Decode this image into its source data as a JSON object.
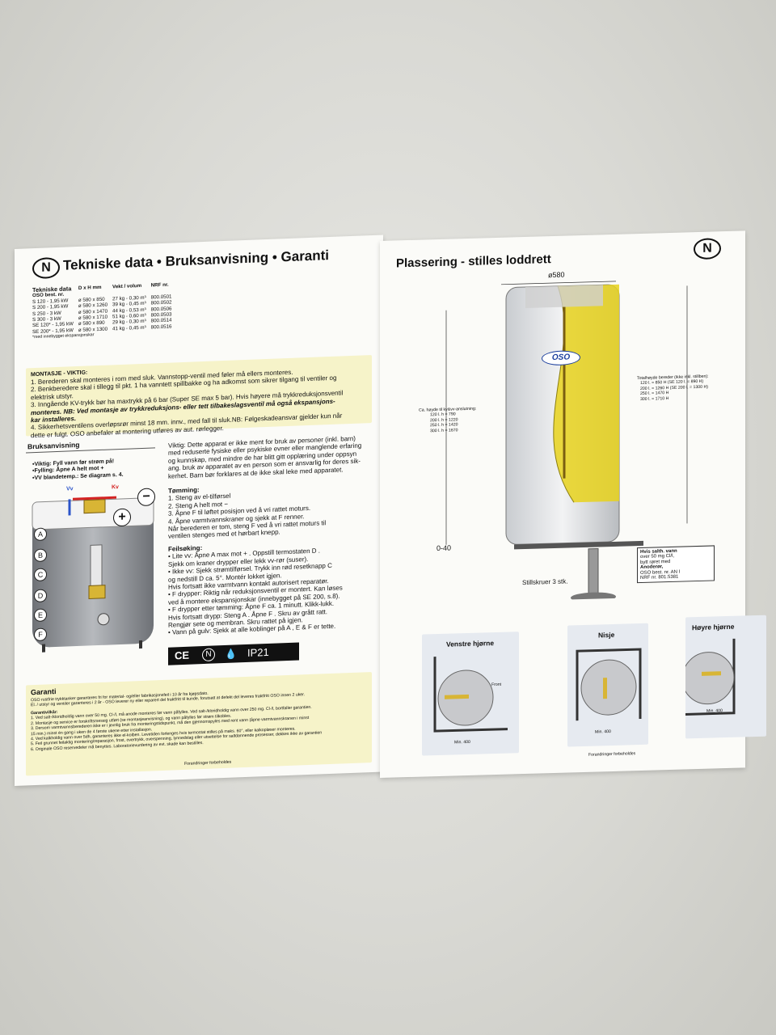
{
  "left_page": {
    "badge": "N",
    "title": "Tekniske data • Bruksanvisning • Garanti",
    "table": {
      "header": [
        "Tekniske data",
        "D x H mm",
        "Vekt / volum",
        "NRF nr."
      ],
      "subheader": "OSO best. nr.",
      "rows": [
        [
          "S 120 - 1,95 kW",
          "ø 580 x  850",
          "27 kg - 0,30 m³",
          "800.0501"
        ],
        [
          "S 200 - 1,95 kW",
          "ø 580 x 1260",
          "39 kg - 0,45 m³",
          "800.0502"
        ],
        [
          "S 250 - 3 kW",
          "ø 580 x 1470",
          "44 kg - 0,53 m³",
          "800.0506"
        ],
        [
          "S 300 - 3 kW",
          "ø 580 x 1710",
          "51 kg - 0,60 m³",
          "800.0503"
        ],
        [
          "SE 120* - 1,95 kW",
          "ø 580 x  890",
          "29 kg - 0,30 m³",
          "800.0514"
        ],
        [
          "SE 200* - 1,95 kW",
          "ø 580 x 1300",
          "41 kg - 0,45 m³",
          "800.0516"
        ]
      ],
      "footnote": "*med innebygget ekspansjonskar"
    },
    "montasje": {
      "heading": "MONTASJE - VIKTIG:",
      "lines": [
        "1. Berederen skal monteres i rom med sluk. Vannstopp-ventil med føler må ellers monteres.",
        "2. Benkberedere skal i tillegg til pkt. 1 ha vanntett spillbakke og ha adkomst som sikrer tilgang til ventiler og",
        "   elektrisk utstyr.",
        "3. Inngående KV-trykk bør ha maxtrykk på 6 bar (Super SE max 5 bar). Hvis høyere må trykkreduksjonsventil",
        "   monteres. NB: Ved montasje av trykkreduksjons- eller tett tilbakeslagsventil må også ekspansjons-",
        "   kar installeres.",
        "4. Sikkerhetsventilens overløpsrør minst 18 mm. innv., med fall til sluk.NB: Følgeskadeansvar gjelder kun når",
        "   dette er fulgt. OSO anbefaler at montering utføres av aut. rørlegger."
      ]
    },
    "bruk": {
      "heading": "Bruksanvisning",
      "lines": [
        "•Viktig: Fyll vann før strøm på!",
        "•Fylling: Åpne A  helt mot  +",
        "•VV blandetemp.: Se diagram s. 4."
      ]
    },
    "diagram": {
      "vv": "Vv",
      "kv": "Kv",
      "minus": "−",
      "plus": "+",
      "letters": [
        "A",
        "B",
        "C",
        "D",
        "E",
        "F"
      ]
    },
    "instructions": {
      "viktig": [
        "Viktig: Dette apparat er ikke ment for bruk av personer (inkl. barn)",
        "med reduserte fysiske eller psykiske evner eller manglende erfaring",
        "og kunnskap, med mindre de har blitt gitt opplæring under oppsyn",
        "ang. bruk av apparatet av en person som er ansvarlig for deres sik-",
        "kerhet. Barn bør forklares at de ikke skal leke med apparatet."
      ],
      "tomming_heading": "Tømming:",
      "tomming": [
        "1. Steng av el-tilførsel",
        "2. Steng  A  helt mot −",
        "3. Åpne  F  til løftet posisjon ved å vri rattet moturs.",
        "4. Åpne varmtvannskraner og sjekk at  F  renner.",
        "   Når berederen er tom, steng  F  ved å vri rattet moturs til",
        "   ventilen stenges med et hørbart knepp."
      ],
      "feil_heading": "Feilsøking:",
      "feil": [
        "• Lite vv: Åpne  A  max mot  + . Oppstill termostaten  D .",
        "   Sjekk om kraner drypper eller lekk vv-rør (suser).",
        "• Ikke vv: Sjekk strømtilførsel. Trykk inn rød resetknapp  C",
        "   og nedstill  D  ca. 5°. Montér lokket igjen.",
        "   Hvis fortsatt ikke varmtvann kontakt autorisert reparatør.",
        "• F drypper: Riktig når reduksjonsventil er montert. Kan løses",
        "   ved å montere ekspansjonskar (innebygget på SE 200, s.8).",
        "• F drypper etter tømming: Åpne  F  ca. 1 minutt. Klikk-lukk.",
        "   Hvis fortsatt drypp: Steng  A . Åpne  F . Skru av grått ratt.",
        "   Rengjør sete og membran. Skru rattet på igjen.",
        "• Vann på gulv: Sjekk at alle koblinger på  A ,  E  &  F  er tette."
      ]
    },
    "marks": [
      "CE",
      "N",
      "IP21"
    ],
    "garanti": {
      "heading": "Garanti",
      "intro": [
        "OSO rustfrie trykktanker garanteres fri for material- og/eller fabrikasjonsfeil i 10 år fra kjøpsdato.",
        "El. / utstyr og ventiler garanteres i 2 år - OSO leverer ny eller reparert del fraktfritt til kunde, forutsatt at defekt del leveres fraktfritt OSO innen 2 uker."
      ],
      "vilkar_heading": "Garantivilkår:",
      "vilkar": [
        "1. Ved salt-/kloridholdig vann over 50 mg. Cl-/l, må anode monteres før vann påfylles. Ved salt-/kloridholdig vann over 250 mg. Cl-/l, bortfaller garantien.",
        "2. Montasje og service er forskriftsmessig utført (se montasjeanvisning), og vann påfylles før strøm tilkobles.",
        "3. Dersom varmtvannsberederen ikke er i jevnlig bruk fra monteringstidspunkt, må den gjennomspyles med rent vann (åpne varmtvannskranen i minst",
        "   15 min.) minst én gang i uken de 4 første ukene etter installasjon.",
        "4. Ved kalkholdig vann over 5dh, garanteres ikke el-kolben. Levetiden forlenges hvis termostat stilles på maks. 60°, eller kalkopløser monteres.",
        "5. Feil grunnet feilaktig montering/reparasjon, frost, overtrykk, overspenning, lynnedslag eller utsettelse for saltdannende prosesser, dekkes ikke av garantien",
        "6. Originale OSO reservedeler må benyttes. Laboratorievurdering av evt. skade kan bestilles."
      ],
      "footer": "Forandringer forbeholdes"
    }
  },
  "right_page": {
    "title": "Plassering  -  stilles loddrett",
    "badge": "N",
    "dim_top": "ø580",
    "left_dims_heading": "Ca. høyde til kv&vv-anslutning:",
    "left_dims": [
      "120 l. h =  790",
      "200 l. h = 1220",
      "250 l. h = 1420",
      "300 l. h = 1670"
    ],
    "right_dims_heading": "Totalhøyde bereder (ikke inkl. stillben):",
    "right_dims": [
      "120 l. =  850 H (SE 120 l. =  890 H)",
      "200 l. = 1260 H (SE 200 l. = 1300 H)",
      "250 l. = 1470 H",
      "300 l. = 1710 H"
    ],
    "logo": "OSO",
    "dim_bottom": "0-40",
    "callout": [
      "Hvis salth. vann",
      "over 50 mg Cl/l,",
      "bytt røret med",
      "Anoderør,",
      "OSO best. nr. AN I",
      "NRF nr. 801.5381"
    ],
    "stillskruer": "Stillskruer 3 stk.",
    "placements": [
      {
        "title": "Venstre hjørne",
        "label": "Min. 400",
        "extra": "Front"
      },
      {
        "title": "Nisje",
        "label": "Min. 400",
        "extra": ""
      },
      {
        "title": "Høyre hjørne",
        "label": "Min. 400",
        "extra": ""
      }
    ],
    "footer": "Forandringer forbeholdes"
  },
  "colors": {
    "yellow_panel": "#f6f3c9",
    "tank_yellow": "#e8d21c",
    "blue_panel": "#e6eaf0"
  }
}
